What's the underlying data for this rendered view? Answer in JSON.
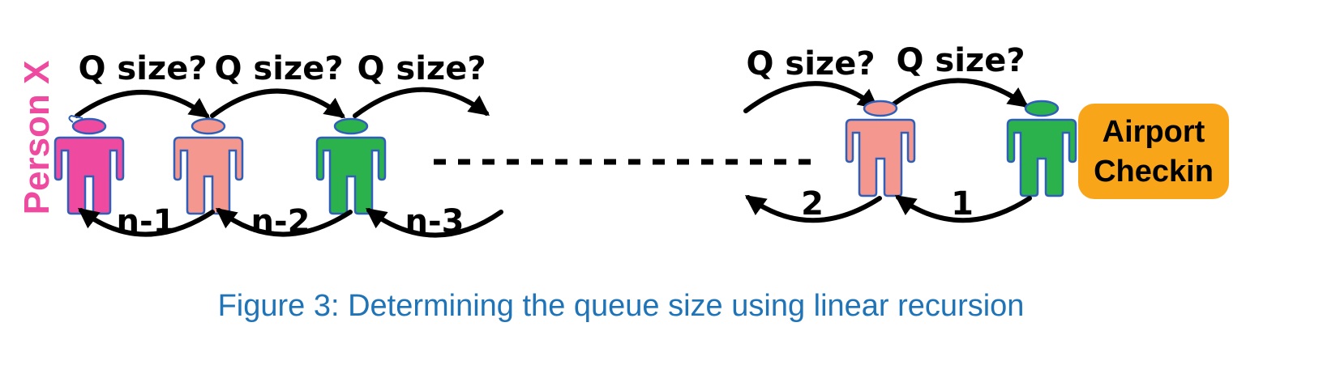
{
  "diagram": {
    "side_label": "Person X",
    "question_labels": [
      "Q size?",
      "Q size?",
      "Q size?",
      "Q size?",
      "Q size?"
    ],
    "return_labels": [
      "n-1",
      "n-2",
      "n-3",
      "2",
      "1"
    ],
    "destination": {
      "line1": "Airport",
      "line2": "Checkin"
    },
    "caption": "Figure 3: Determining the queue size using linear recursion"
  },
  "colors": {
    "magenta_person": "#ee4aa0",
    "salmon_person": "#f4978e",
    "green_person": "#2bb24c",
    "person_outline": "#2f5fb8",
    "checkin_box": "#f9a51a",
    "caption_text": "#1f73b7",
    "side_label_text": "#ee4aa0"
  }
}
